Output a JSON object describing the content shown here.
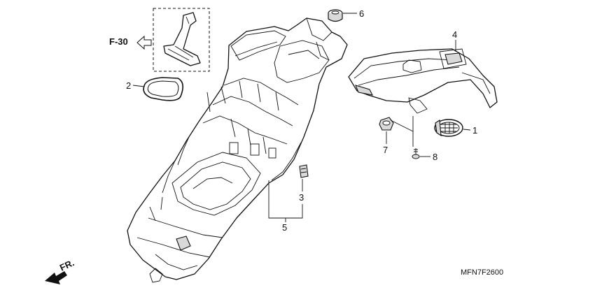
{
  "reference": {
    "label": "F-30"
  },
  "direction": {
    "label": "FR."
  },
  "diagram_code": "MFN7F2600",
  "callouts": {
    "c1": "1",
    "c2": "2",
    "c3": "3",
    "c4": "4",
    "c5": "5",
    "c6": "6",
    "c7": "7",
    "c8": "8"
  }
}
